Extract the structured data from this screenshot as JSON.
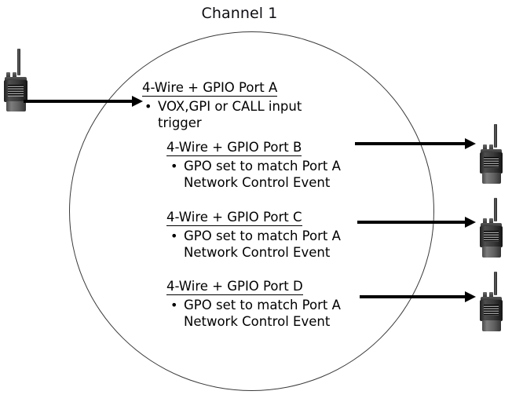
{
  "diagram": {
    "title": "Channel 1",
    "ports": [
      {
        "id": "a",
        "heading": "4-Wire + GPIO Port A",
        "bullets": [
          "VOX,GPI or CALL input trigger"
        ]
      },
      {
        "id": "b",
        "heading": "4-Wire + GPIO Port B",
        "bullets": [
          "GPO set to match Port A Network Control Event"
        ]
      },
      {
        "id": "c",
        "heading": "4-Wire + GPIO Port C",
        "bullets": [
          "GPO set to match Port A Network Control Event"
        ]
      },
      {
        "id": "d",
        "heading": "4-Wire + GPIO Port D",
        "bullets": [
          "GPO set to match Port A Network Control Event"
        ]
      }
    ],
    "icons": {
      "source_radio": "handheld-radio-icon",
      "destination_radio": "handheld-radio-icon",
      "inbound_arrow": "arrow-right-icon",
      "outbound_arrow": "arrow-right-icon"
    },
    "colors": {
      "background": "#ffffff",
      "stroke": "#000000",
      "circle_stroke": "#3a3a3a",
      "title_text": "#0d0d14",
      "radio_body": "#3a3a3a"
    }
  }
}
